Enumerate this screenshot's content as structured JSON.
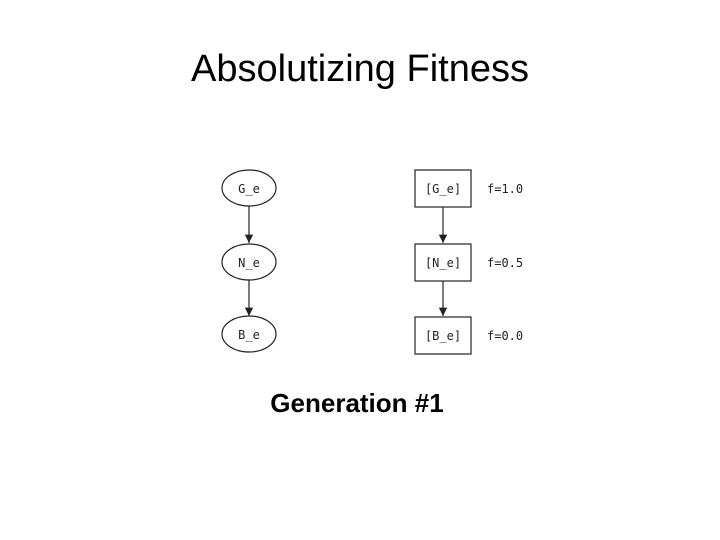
{
  "slide": {
    "title": "Absolutizing Fitness",
    "caption": "Generation #1"
  },
  "left_graph": {
    "nodes": [
      "G_e",
      "N_e",
      "B_e"
    ]
  },
  "right_graph": {
    "nodes": [
      "[G_e]",
      "[N_e]",
      "[B_e]"
    ],
    "fitness_labels": [
      "f=1.0",
      "f=0.5",
      "f=0.0"
    ]
  },
  "colors": {
    "ink": "#222222",
    "background": "#ffffff"
  }
}
